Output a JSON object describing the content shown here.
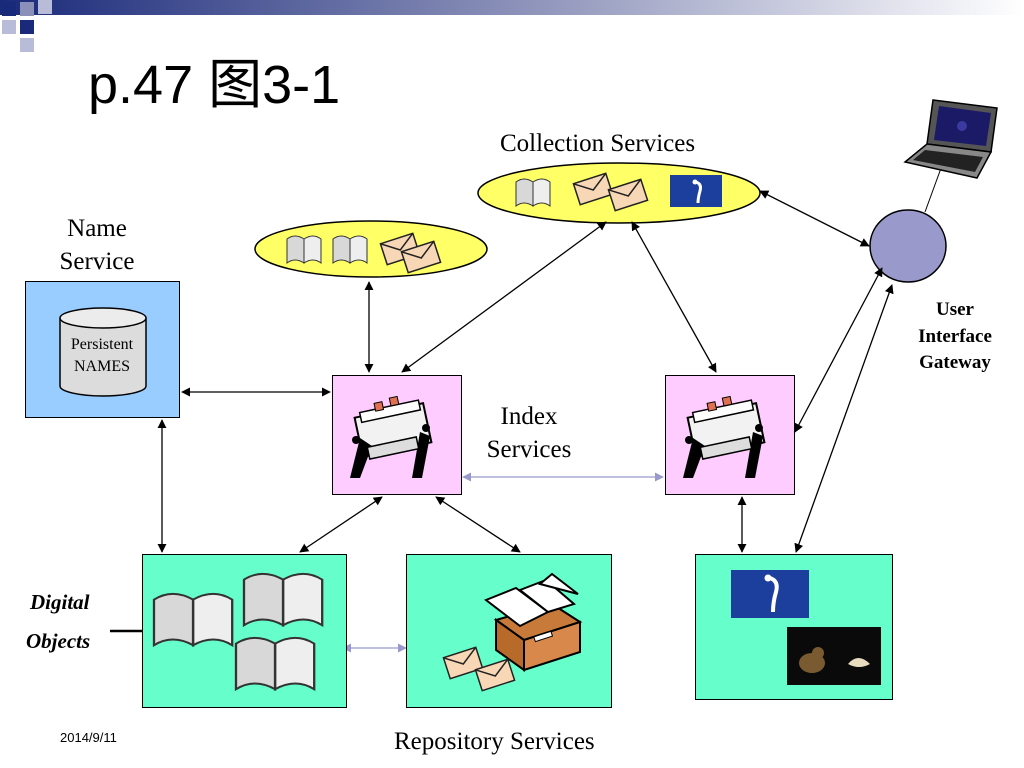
{
  "title": "p.47 图3-1",
  "date": "2014/9/11",
  "labels": {
    "collection_services": "Collection Services",
    "name_service_line1": "Name",
    "name_service_line2": "Service",
    "persistent": "Persistent",
    "names": "NAMES",
    "index_line1": "Index",
    "index_line2": "Services",
    "user_line1": "User",
    "user_line2": "Interface",
    "user_line3": "Gateway",
    "digital": "Digital",
    "objects": "Objects",
    "repository_services": "Repository Services"
  },
  "colors": {
    "collection_ellipse": "#ffff66",
    "name_box": "#99ccff",
    "index_box": "#ffccff",
    "repo_box": "#66ffcc",
    "gateway": "#9999cc",
    "faint_arrow": "#9999cc"
  },
  "icons": [
    "book-icon",
    "envelope-icon",
    "heron-photo-icon",
    "rolodex-icon",
    "laptop-icon",
    "open-box-icon",
    "chicks-photo-icon",
    "database-cylinder-icon"
  ]
}
